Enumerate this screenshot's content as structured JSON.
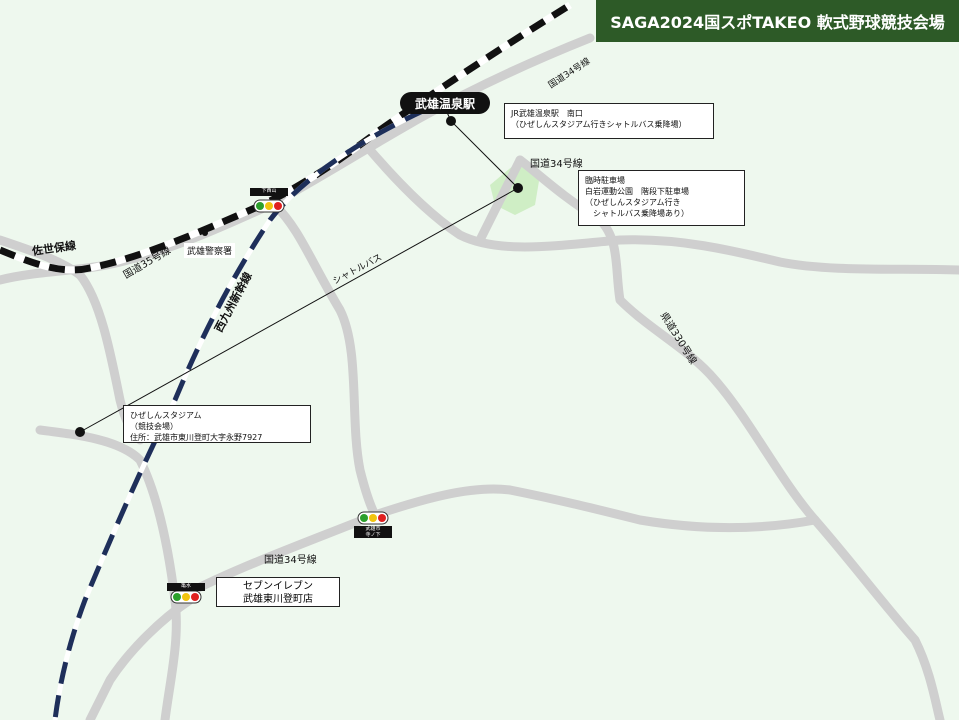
{
  "title": "SAGA2024国スポTAKEO 軟式野球競技会場",
  "station": {
    "label": "武雄温泉駅"
  },
  "callouts": {
    "jr_stop": "JR武雄温泉駅　南口\n（ひぜしんスタジアム行きシャトルバス乗降場）",
    "parking": "臨時駐車場\n白岩運動公園　階段下駐車場\n（ひぜしんスタジアム行き\n　シャトルバス乗降場あり）",
    "stadium": "ひぜしんスタジアム\n（競技会場）\n住所：武雄市東川登町大字永野7927",
    "seven_eleven": "セブンイレブン\n武雄東川登町店"
  },
  "roads": {
    "sasebo": "佐世保線",
    "route35": "国道35号線",
    "route34_top": "国道34号線",
    "route34_mid": "国道34号線",
    "route34_low": "国道34号線",
    "shinkansen": "西九州新幹線",
    "pref330": "県道330号線",
    "shuttle": "シャトルバス"
  },
  "poi": {
    "police": "武雄警察署"
  },
  "signals": {
    "shimonishiyama": "下西山",
    "teranoshita": "武雄市\n寺ノ下",
    "kamemizu": "亀水"
  },
  "colors": {
    "background": "#eef8ee",
    "title_bg": "#2d5a27",
    "road": "#cfcfcf",
    "shinkansen": "#1e2f5a",
    "parking_area": "#cfeec5"
  }
}
